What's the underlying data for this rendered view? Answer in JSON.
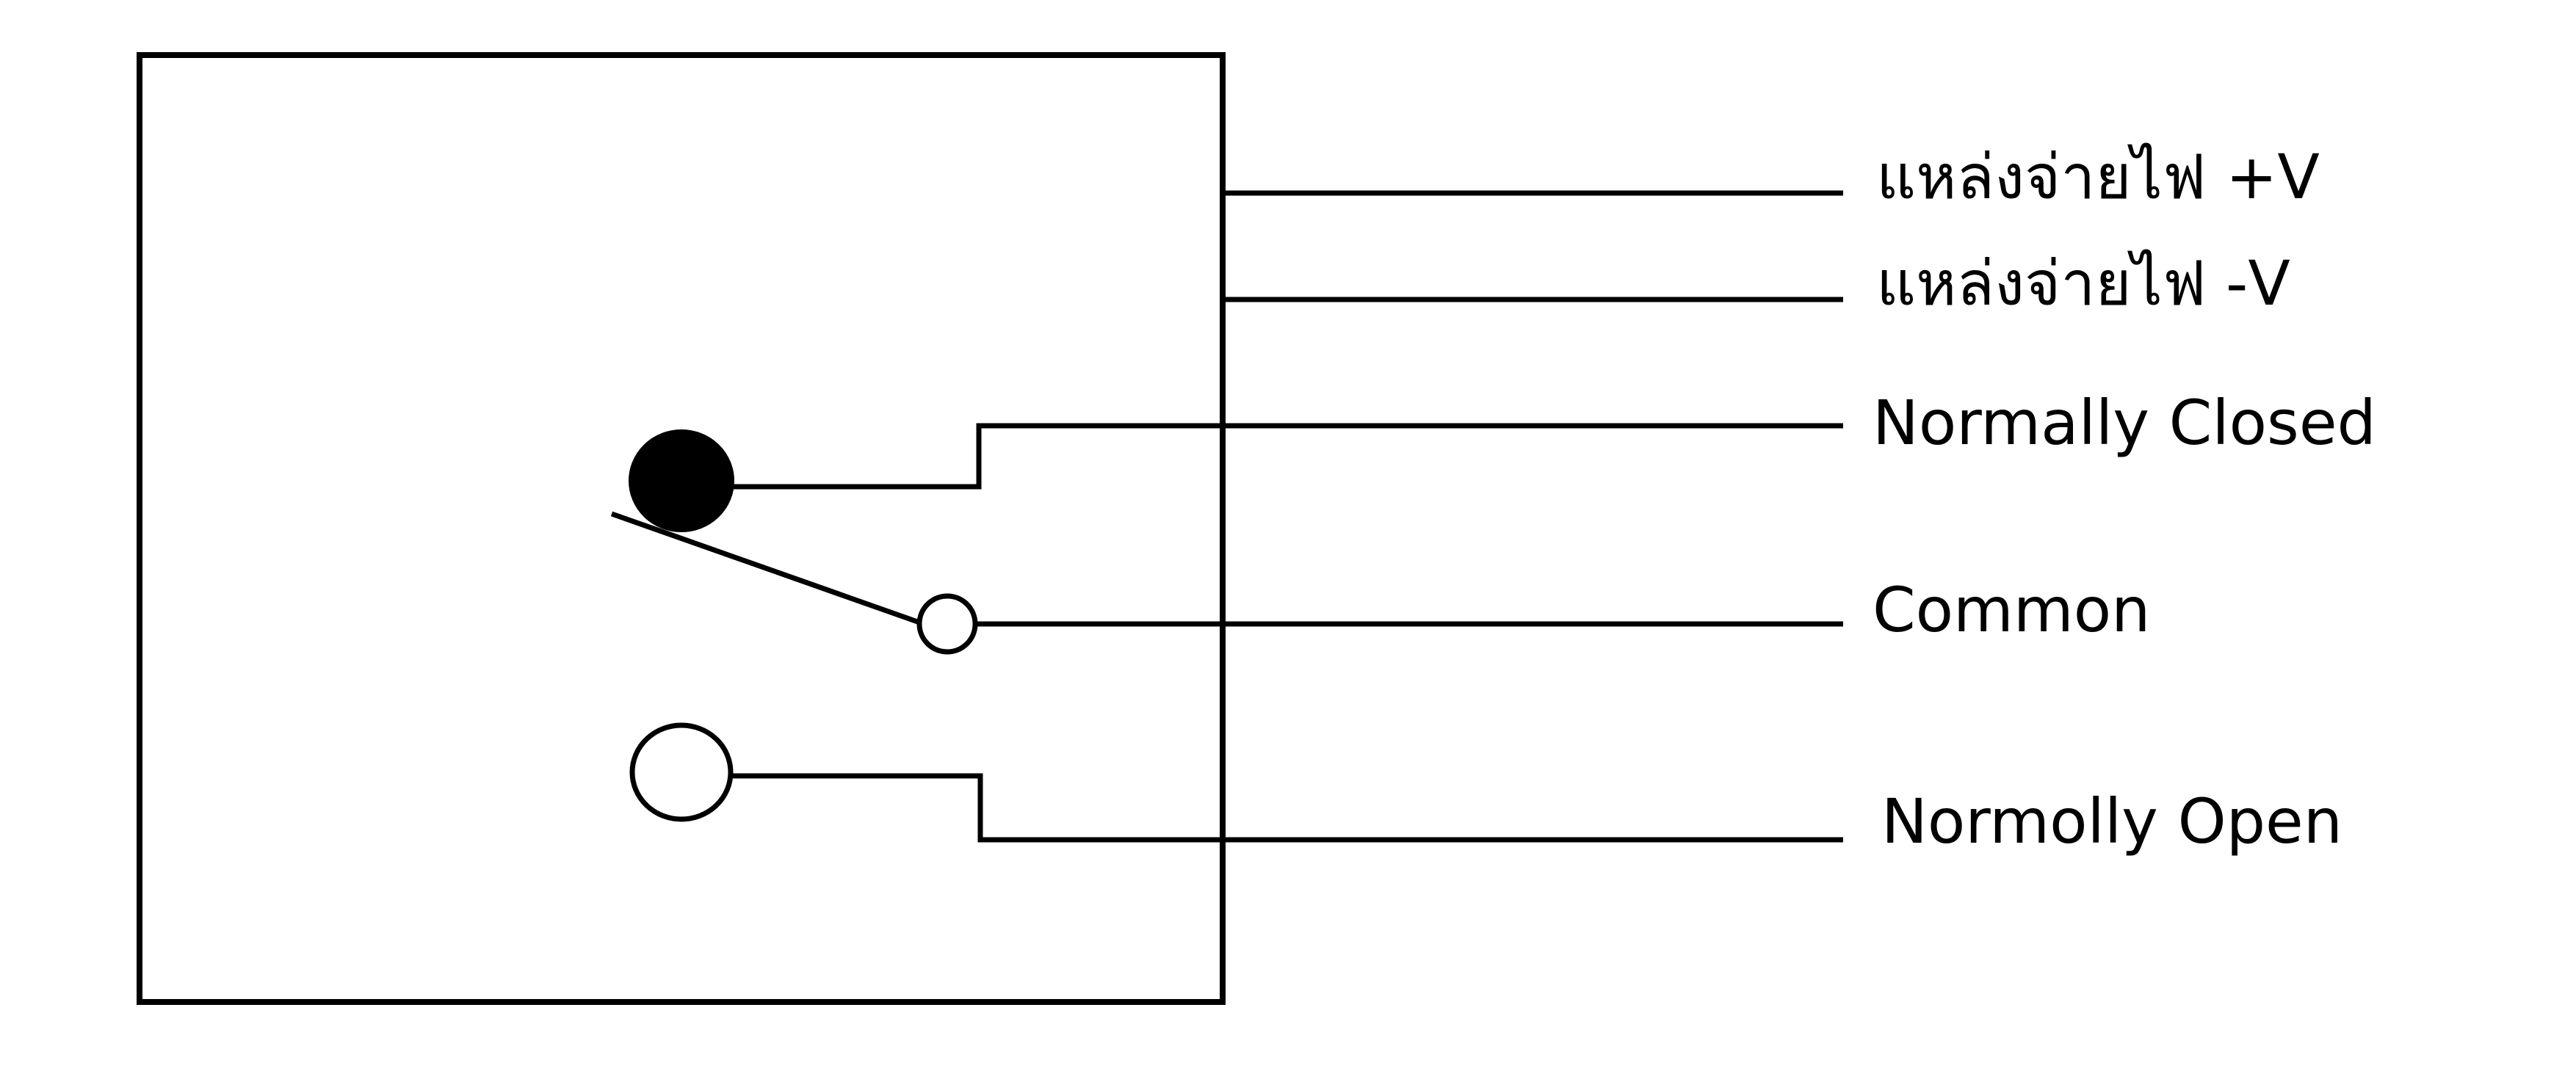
{
  "diagram": {
    "terminals": {
      "supply_positive": "แหล่งจ่ายไฟ +V",
      "supply_negative": "แหล่งจ่ายไฟ -V",
      "normally_closed": "Normally Closed",
      "common": "Common",
      "normally_open": "Normolly Open"
    },
    "colors": {
      "line": "#000000",
      "background": "#ffffff"
    }
  }
}
